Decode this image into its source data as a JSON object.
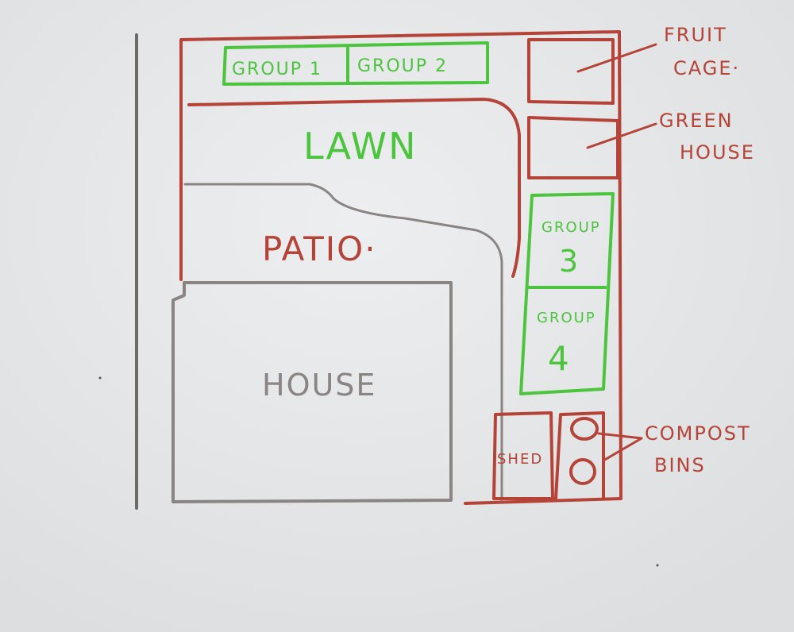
{
  "plan": {
    "labels": {
      "group1": "GROUP 1",
      "group2": "GROUP 2",
      "group3_word": "GROUP",
      "group3_num": "3",
      "group4_word": "GROUP",
      "group4_num": "4",
      "lawn": "LAWN",
      "patio": "PATIO·",
      "house": "HOUSE",
      "shed": "SHED",
      "fruit_cage_line1": "FRUIT",
      "fruit_cage_line2": "CAGE·",
      "greenhouse_line1": "GREEN",
      "greenhouse_line2": "HOUSE",
      "compost_line1": "COMPOST",
      "compost_line2": "BINS"
    },
    "colors": {
      "boundary": "#b54337",
      "planting": "#4cc43e",
      "building": "#8a8582",
      "board": "#e4e6e8"
    }
  }
}
